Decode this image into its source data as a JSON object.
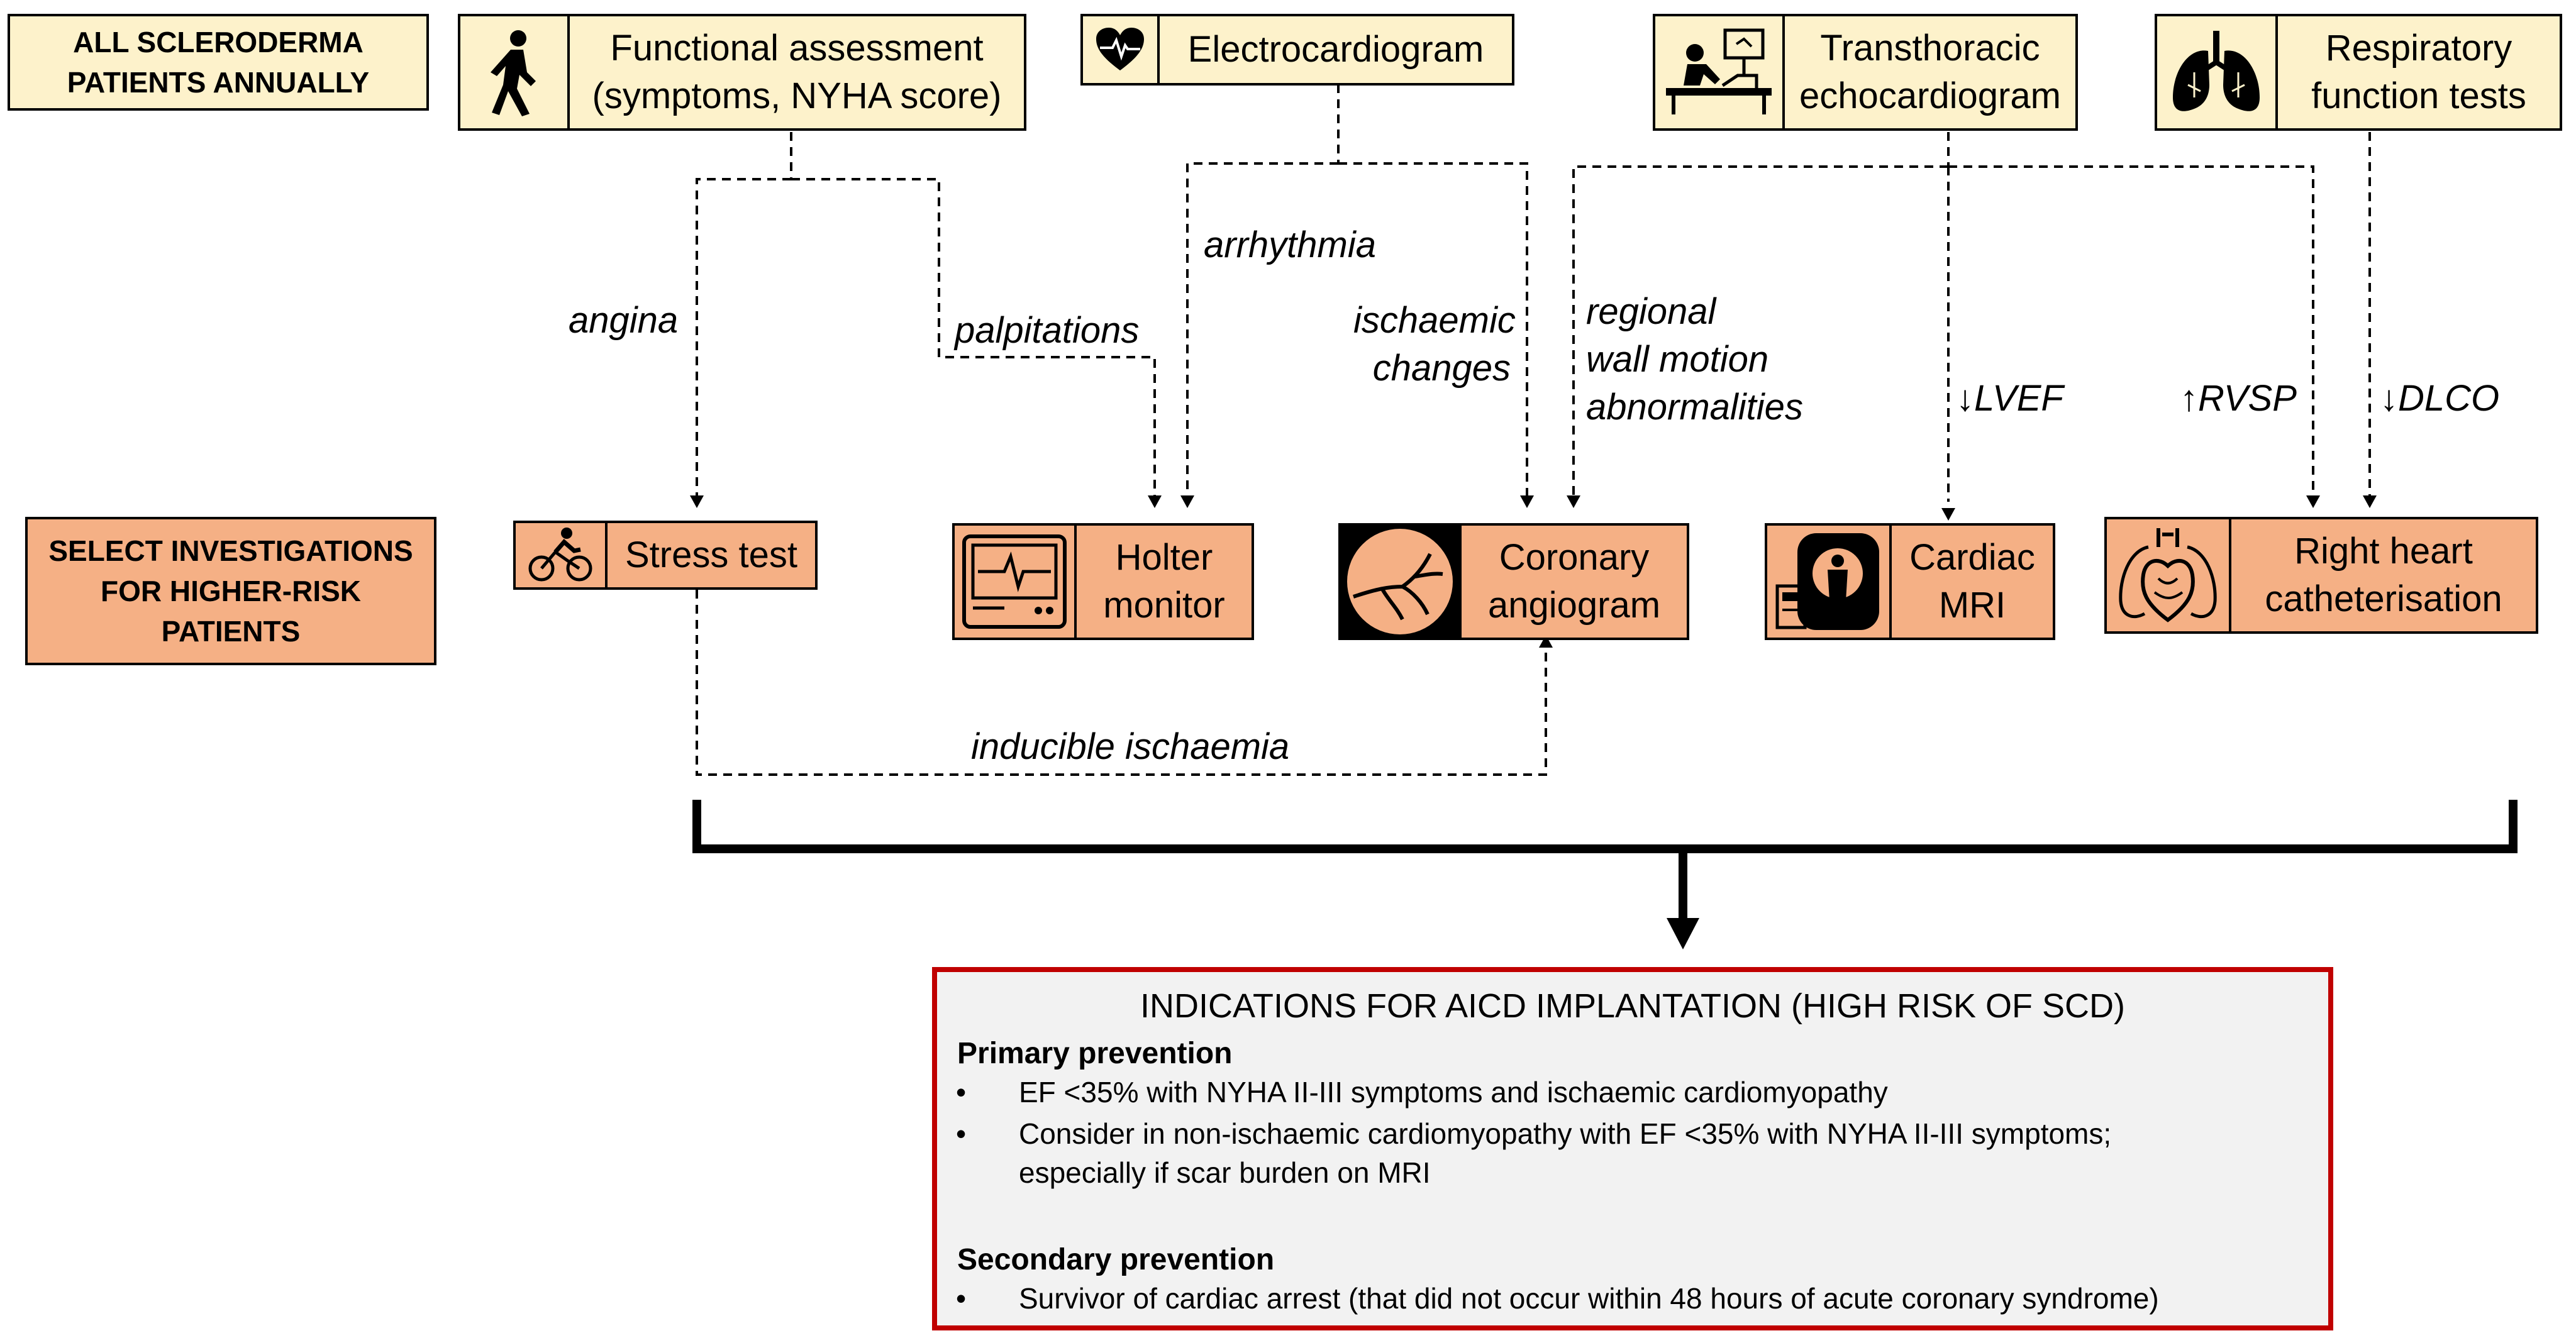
{
  "tags": {
    "annual": "ALL SCLERODERMA\nPATIENTS ANNUALLY",
    "select": "SELECT INVESTIGATIONS\nFOR HIGHER-RISK\nPATIENTS"
  },
  "screening": [
    {
      "id": "functional",
      "label": "Functional assessment\n(symptoms, NYHA score)",
      "icon": "walking-person-icon"
    },
    {
      "id": "ecg",
      "label": "Electrocardiogram",
      "icon": "heart-ecg-icon"
    },
    {
      "id": "tte",
      "label": "Transthoracic\nechocardiogram",
      "icon": "echo-ultrasound-icon"
    },
    {
      "id": "rft",
      "label": "Respiratory\nfunction tests",
      "icon": "lungs-icon"
    }
  ],
  "investigations": [
    {
      "id": "stress",
      "label": "Stress test",
      "icon": "cyclist-icon"
    },
    {
      "id": "holter",
      "label": "Holter\nmonitor",
      "icon": "monitor-icon"
    },
    {
      "id": "angiogram",
      "label": "Coronary\nangiogram",
      "icon": "coronary-vessels-icon"
    },
    {
      "id": "mri",
      "label": "Cardiac\nMRI",
      "icon": "mri-scanner-icon"
    },
    {
      "id": "rhc",
      "label": "Right heart\ncatheterisation",
      "icon": "heart-lungs-icon"
    }
  ],
  "edge_labels": {
    "angina": "angina",
    "palpitations": "palpitations",
    "arrhythmia": "arrhythmia",
    "ischaemic_changes": "ischaemic\nchanges",
    "rwma": "regional\nwall motion\nabnormalities",
    "lvef": "↓LVEF",
    "rvsp": "↑RVSP",
    "dlco": "↓DLCO",
    "inducible": "inducible ischaemia"
  },
  "outcome": {
    "title": "INDICATIONS FOR AICD IMPLANTATION (HIGH RISK OF SCD)",
    "primary_heading": "Primary prevention",
    "primary_items": [
      "EF <35% with NYHA II-III symptoms and ischaemic cardiomyopathy",
      "Consider in non-ischaemic cardiomyopathy with EF <35% with NYHA II-III symptoms;\nespecially if scar burden on MRI"
    ],
    "secondary_heading": "Secondary prevention",
    "secondary_items": [
      "Survivor of cardiac arrest (that did not occur within 48 hours of acute coronary syndrome)"
    ],
    "bullet": "•"
  },
  "colors": {
    "screening_fill": "#fdf2cb",
    "investigation_fill": "#f5b085",
    "outcome_border": "#c00000",
    "outcome_fill": "#f2f2f2"
  }
}
